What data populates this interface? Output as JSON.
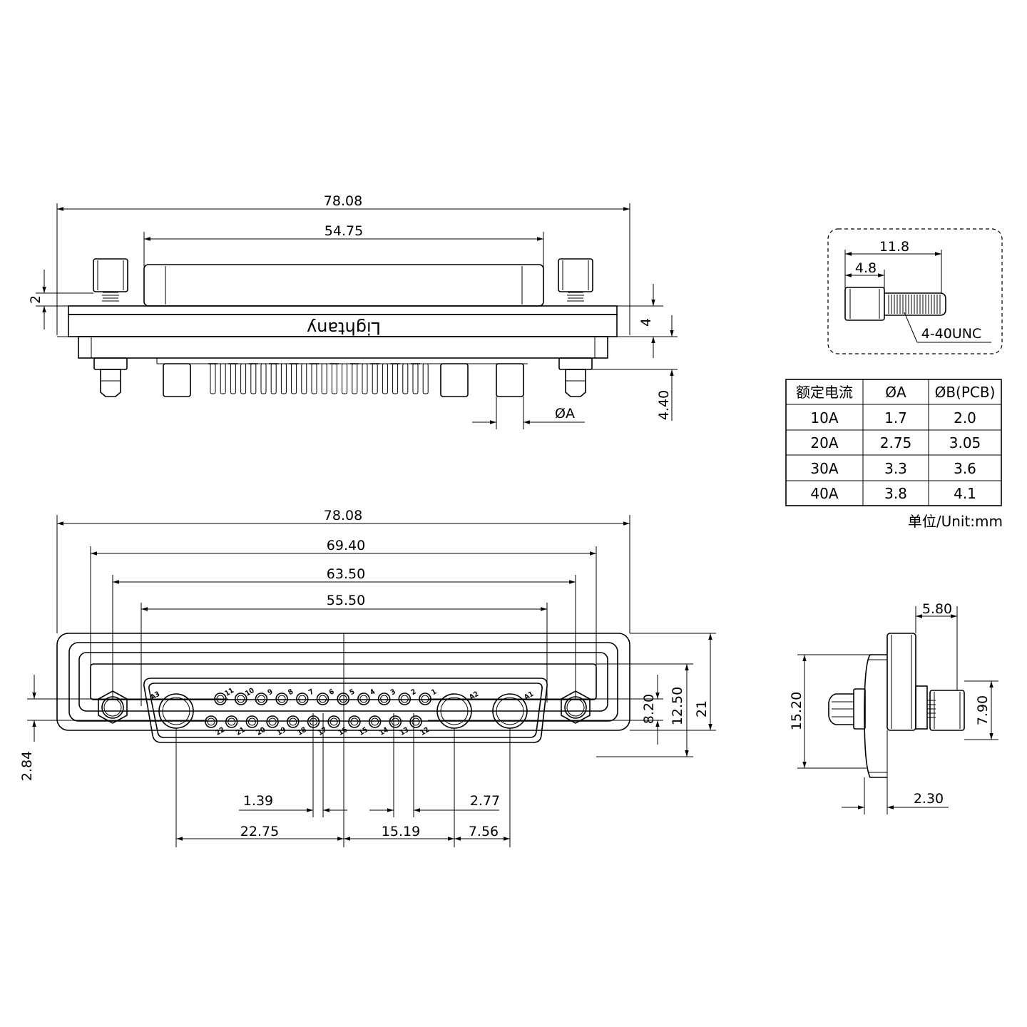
{
  "top_view": {
    "overall_width": "78.08",
    "body_width": "54.75",
    "screw_gap": "2",
    "flange_thickness": "4",
    "pin_length": "4.40",
    "pin_diameter_label": "ØA",
    "logo": "Lightany"
  },
  "screw_detail": {
    "total_length": "11.8",
    "head_length": "4.8",
    "thread": "4-40UNC"
  },
  "current_table": {
    "headers": [
      "额定电流",
      "ØA",
      "ØB(PCB)"
    ],
    "rows": [
      [
        "10A",
        "1.7",
        "2.0"
      ],
      [
        "20A",
        "2.75",
        "3.05"
      ],
      [
        "30A",
        "3.3",
        "3.6"
      ],
      [
        "40A",
        "3.8",
        "4.1"
      ]
    ],
    "unit_note": "单位/Unit:mm"
  },
  "front_view": {
    "overall_width": "78.08",
    "hole_spacing": "69.40",
    "shell_width": "63.50",
    "cavity_width": "55.50",
    "row_spacing": "8.20",
    "shell_height": "12.50",
    "overall_height": "21",
    "hole_offset": "2.84",
    "signal_pitch_half": "1.39",
    "signal_pitch": "2.77",
    "a3_to_center": "22.75",
    "center_to_a2": "15.19",
    "a2_to_a1": "7.56",
    "top_row_pins": [
      "11",
      "10",
      "9",
      "8",
      "7",
      "6",
      "5",
      "4",
      "3",
      "2",
      "1"
    ],
    "bottom_row_pins": [
      "22",
      "21",
      "20",
      "19",
      "18",
      "17",
      "16",
      "15",
      "14",
      "13",
      "12"
    ],
    "power_pins": [
      "A3",
      "A2",
      "A1"
    ]
  },
  "side_view": {
    "flange_depth": "5.80",
    "shell_height": "15.20",
    "screw_height": "7.90",
    "flange_offset": "2.30"
  }
}
